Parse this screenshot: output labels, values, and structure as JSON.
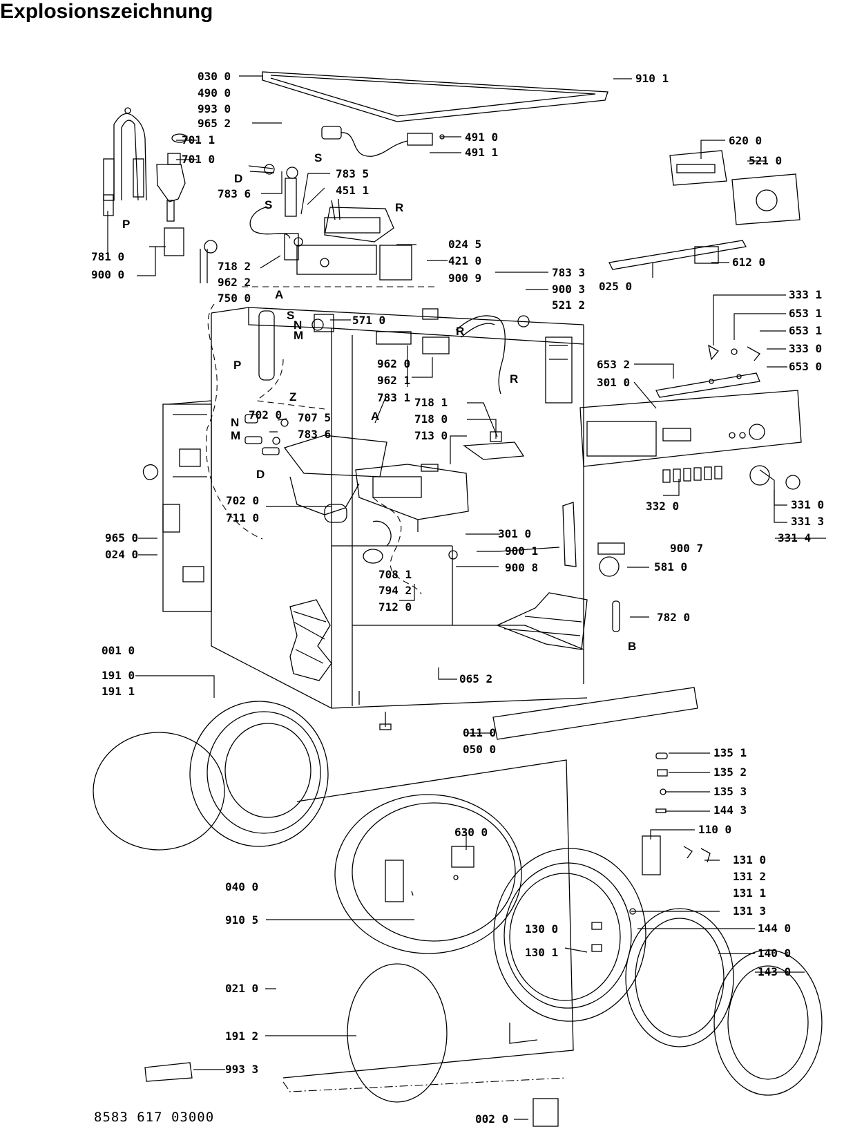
{
  "title": "Explosionszeichnung",
  "document_number": "8583 617 03000",
  "letters": [
    "S",
    "D",
    "S",
    "R",
    "P",
    "A",
    "S",
    "N",
    "M",
    "P",
    "Z",
    "R",
    "R",
    "A",
    "N",
    "M",
    "D",
    "B"
  ],
  "part_labels": [
    "030 0",
    "490 0",
    "993 0",
    "965 2",
    "701 1",
    "701 0",
    "783 5",
    "451 1",
    "783 6",
    "781 0",
    "900 0",
    "718 2",
    "962 2",
    "750 0",
    "024 5",
    "421 0",
    "900 9",
    "783 3",
    "900 3",
    "521 2",
    "571 0",
    "910 1",
    "491 0",
    "491 1",
    "620 0",
    "521 0",
    "612 0",
    "025 0",
    "333 1",
    "653 1",
    "653 1",
    "333 0",
    "653 0",
    "653 2",
    "301 0",
    "962 0",
    "962 1",
    "783 1",
    "718 1",
    "718 0",
    "713 0",
    "702 0",
    "707 5",
    "783 6",
    "702 0",
    "711 0",
    "965 0",
    "024 0",
    "301 0",
    "900 1",
    "900 8",
    "708 1",
    "794 2",
    "712 0",
    "332 0",
    "331 0",
    "331 3",
    "331 4",
    "900 7",
    "581 0",
    "782 0",
    "001 0",
    "191 0",
    "191 1",
    "065 2",
    "011 0",
    "050 0",
    "135 1",
    "135 2",
    "135 3",
    "144 3",
    "110 0",
    "131 0",
    "131 2",
    "131 1",
    "131 3",
    "630 0",
    "040 0",
    "910 5",
    "130 0",
    "130 1",
    "144 0",
    "140 0",
    "143 0",
    "021 0",
    "191 2",
    "993 3",
    "002 0"
  ]
}
